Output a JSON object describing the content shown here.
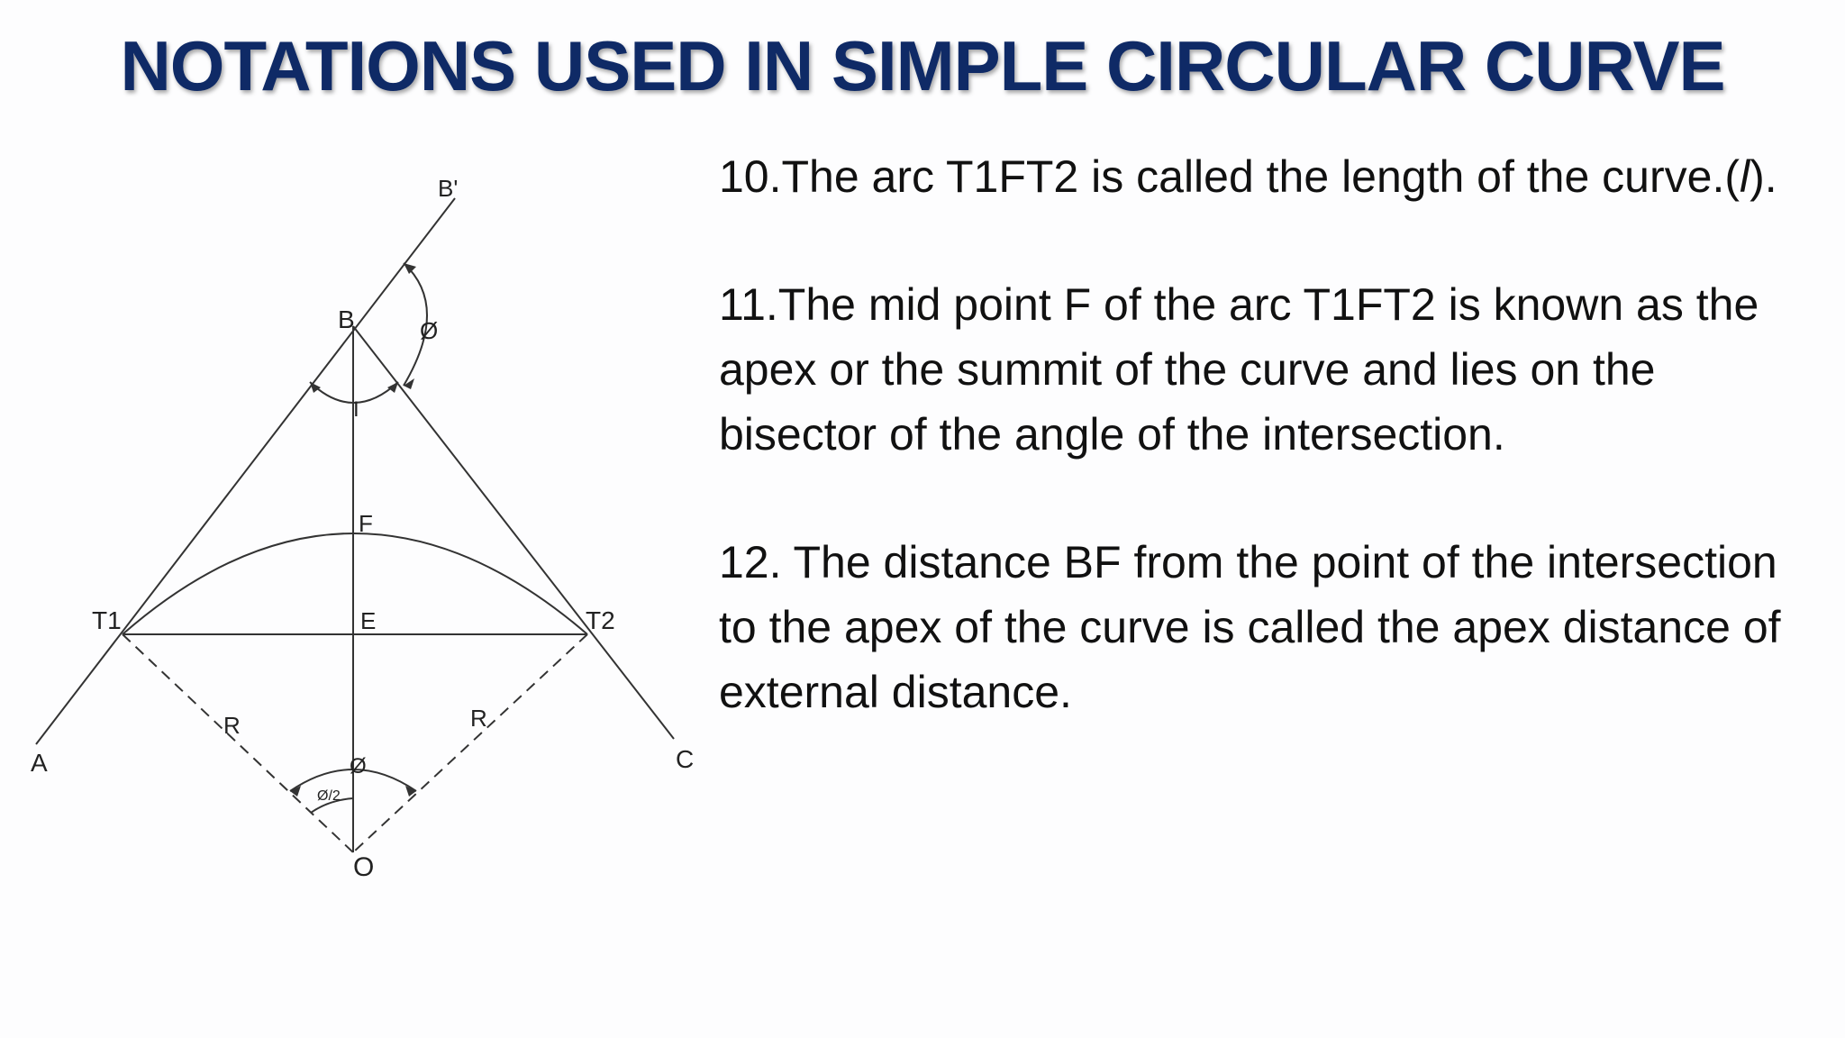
{
  "slide": {
    "title": "NOTATIONS USED IN SIMPLE CIRCULAR CURVE",
    "colors": {
      "title": "#0f2a66",
      "text": "#111111",
      "lines": "#333333"
    }
  },
  "diagram": {
    "labels": {
      "b_prime": "B'",
      "b": "B",
      "phi_top": "Ø",
      "i": "I",
      "f": "F",
      "t1": "T1",
      "e": "E",
      "t2": "T2",
      "r_left": "R",
      "r_right": "R",
      "a": "A",
      "c": "C",
      "phi_center": "Ø",
      "phi_half": "Ø/2",
      "o": "O"
    }
  },
  "paragraphs": [
    {
      "lead": "10.The arc T1FT2 is called the length of the curve.(",
      "italic": "l",
      "tail": ")."
    },
    {
      "text": "11.The mid point F of the arc T1FT2 is known as the apex or the summit of the curve and lies on the bisector of the angle of the intersection."
    },
    {
      "text": "12. The distance BF from the point of the intersection to the apex of the curve is called the apex distance of external distance."
    }
  ]
}
